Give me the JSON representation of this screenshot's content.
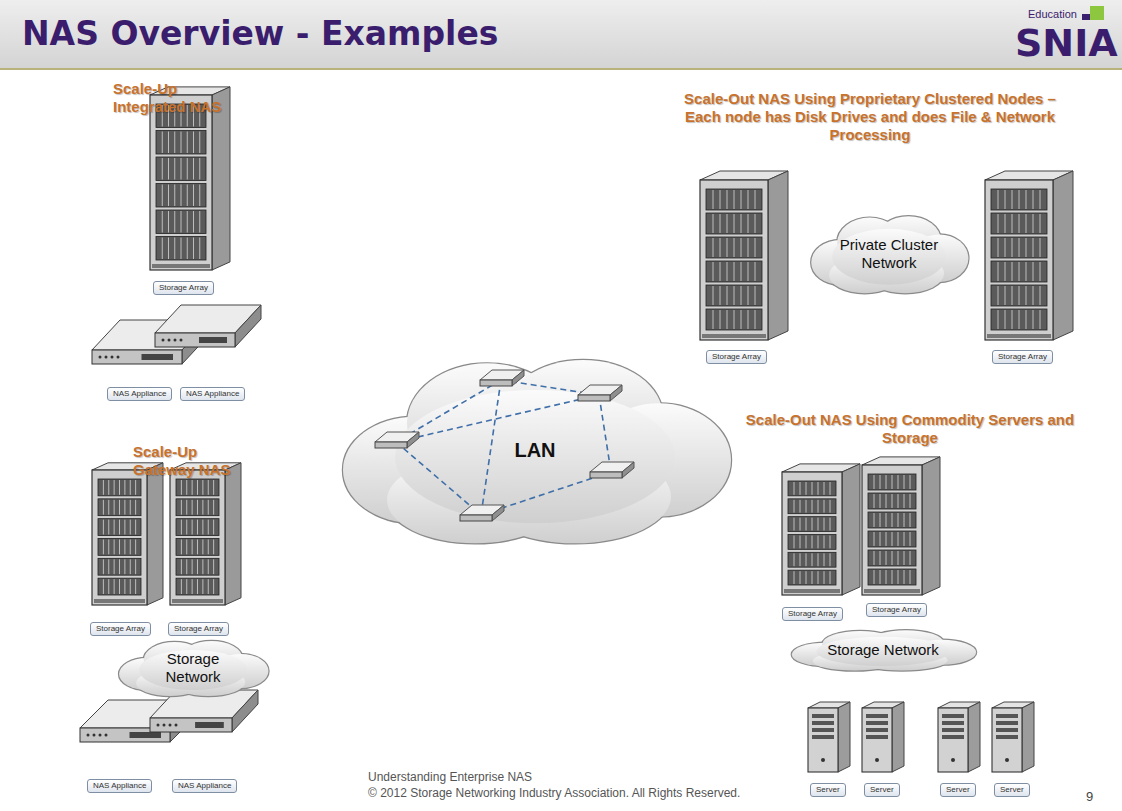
{
  "diagram": {
    "title": "NAS Overview - Examples",
    "nodes": [
      {
        "text": [
          "Storage Array"
        ]
      },
      {
        "text": [
          "NAS Appliance"
        ]
      },
      {
        "text": [
          "NAS Appliance"
        ]
      },
      {
        "text": [
          "Private Cluster Network"
        ]
      },
      {
        "text": [
          "Storage Array"
        ]
      },
      {
        "text": [
          "Storage Array"
        ]
      },
      {
        "text": [
          "LAN"
        ]
      },
      {
        "text": [
          "Storage Array"
        ]
      },
      {
        "text": [
          "Storage Array"
        ]
      },
      {
        "text": [
          "Storage Network"
        ]
      },
      {
        "text": [
          "NAS Appliance"
        ]
      },
      {
        "text": [
          "NAS Appliance"
        ]
      },
      {
        "text": [
          "Storage Array"
        ]
      },
      {
        "text": [
          "Storage Array"
        ]
      },
      {
        "text": [
          "Storage Network"
        ]
      },
      {
        "text": [
          "Server"
        ]
      },
      {
        "text": [
          "Server"
        ]
      },
      {
        "text": [
          "Server"
        ]
      },
      {
        "text": [
          "Server"
        ]
      }
    ],
    "labels": [
      "Scale-Up Integrated NAS",
      "Scale-Out NAS Using Proprietary Clustered Nodes – Each node has Disk Drives and does File & Network Processing",
      "Scale-Out NAS Using Commodity Servers and Storage",
      "Scale-Up Gateway NAS",
      "Education",
      "SNIA",
      "Understanding Enterprise NAS",
      "© 2012 Storage Networking Industry Association. All Rights Reserved.",
      "9"
    ]
  }
}
